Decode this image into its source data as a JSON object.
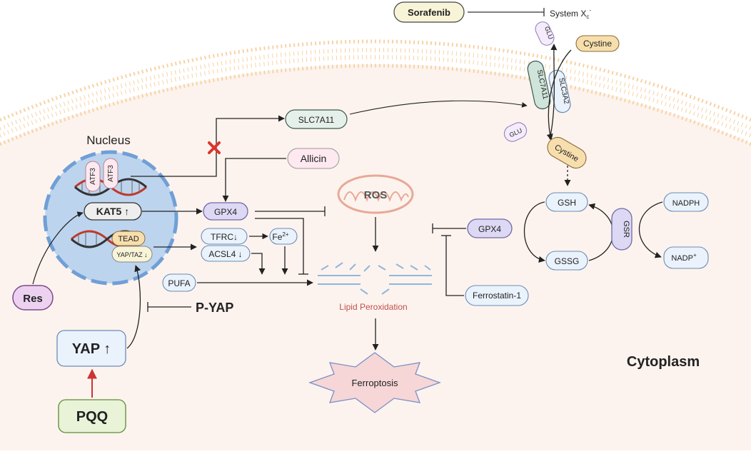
{
  "labels": {
    "sorafenib": "Sorafenib",
    "system_xc": "System X",
    "system_xc_sub": "c",
    "system_xc_sup": "-",
    "glu_top": "GLU",
    "glu_bottom": "GLU",
    "cystine_out": "Cystine",
    "cystine_in": "Cystine",
    "slc7a11_membrane": "SLC7A11",
    "slc3a2": "SLC3A2",
    "nucleus": "Nucleus",
    "atf3_1": "ATF3",
    "atf3_2": "ATF3",
    "kat5": "KAT5 ↑",
    "tead": "TEAD",
    "yap_taz": "YAP/TAZ ↓",
    "slc7a11": "SLC7A11",
    "allicin": "Allicin",
    "gpx4_left": "GPX4",
    "tfrc": "TFRC↓",
    "fe": "Fe",
    "fe_sup": "2+",
    "acsl4": "ACSL4 ↓",
    "pufa": "PUFA",
    "ros": "ROS",
    "lipid_peroxidation": "Lipid Peroxidation",
    "ferroptosis": "Ferroptosis",
    "gsh": "GSH",
    "gssg": "GSSG",
    "gsr": "GSR",
    "nadph": "NADPH",
    "nadp": "NADP",
    "nadp_sup": "+",
    "gpx4_right": "GPX4",
    "ferrostatin": "Ferrostatin-1",
    "res": "Res",
    "p_yap": "P-YAP",
    "yap": "YAP ↑",
    "pqq": "PQQ",
    "cytoplasm": "Cytoplasm"
  },
  "colors": {
    "cytoplasm_bg": "#fdf3ee",
    "membrane": "#f7d3a6",
    "nucleus_fill": "#bdd4ee",
    "nucleus_border": "#6f9fd6",
    "gpx4_fill": "#ddd8f3",
    "gpx4_border": "#6f6aa6",
    "yellow_fill": "#f8f4d7",
    "cystine_fill": "#f7dfad",
    "pink_fill": "#fde9ef",
    "purple_fill": "#ecd2f0",
    "blue_fill": "#eaf2fb",
    "green_fill": "#e9f3d8",
    "ferroptosis_fill": "#f6d6d6",
    "red_arrow": "#cc3333",
    "red_cross": "#d9352c",
    "lipid_text": "#c0504d"
  }
}
